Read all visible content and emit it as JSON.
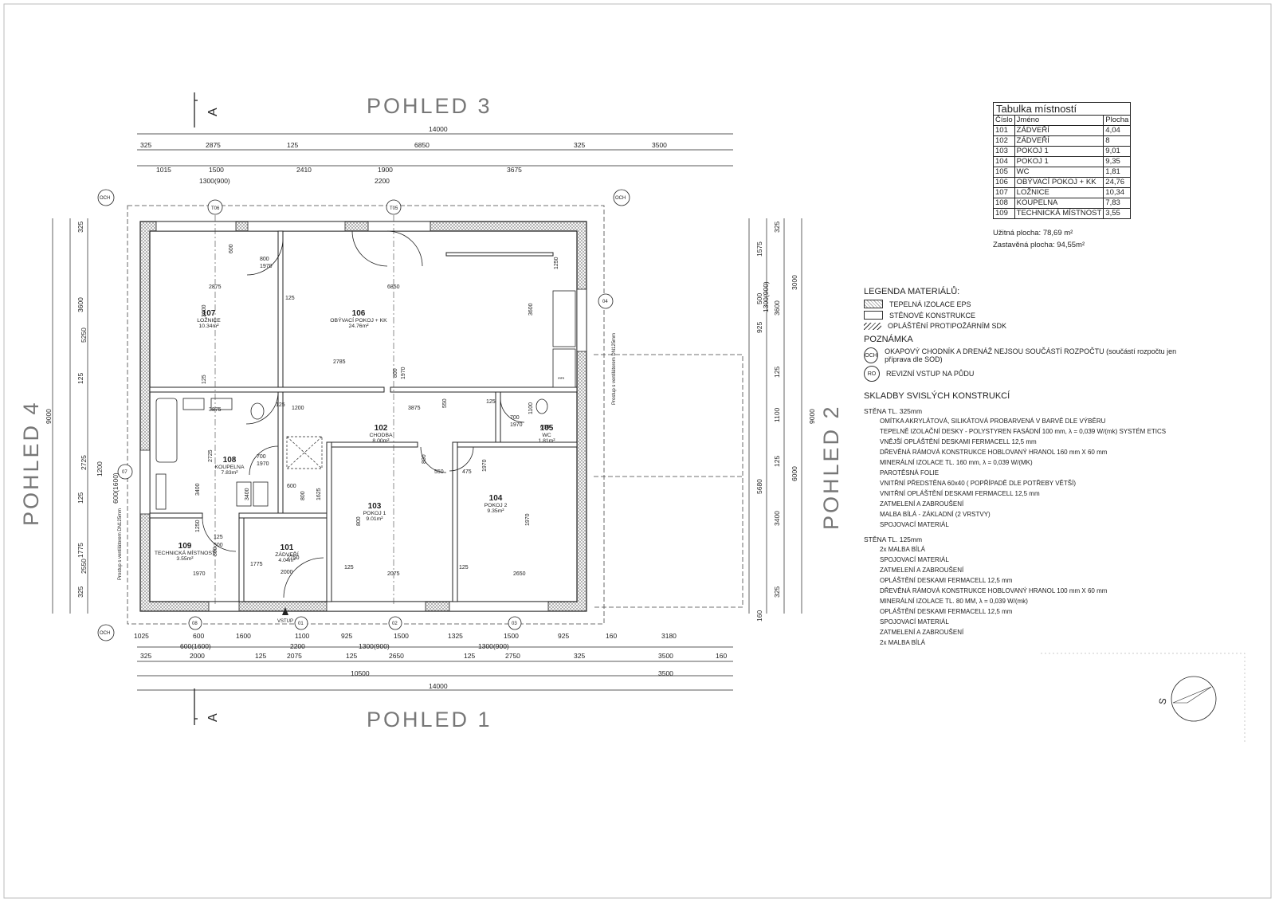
{
  "views": {
    "top": "POHLED 3",
    "bottom": "POHLED 1",
    "left": "POHLED 4",
    "right": "POHLED 2"
  },
  "section_mark": "A",
  "top_dims": {
    "total": "14000",
    "row1": [
      "325",
      "2875",
      "125",
      "6850",
      "325",
      "3500"
    ],
    "row2": [
      "1015",
      "1500",
      "2410",
      "1900",
      "3675"
    ],
    "row2_sub": [
      "1300(900)",
      "2200"
    ]
  },
  "bottom_dims": {
    "row1": [
      "1025",
      "600",
      "1600",
      "1100",
      "925",
      "1500",
      "1325",
      "1500",
      "925",
      "160",
      "3180"
    ],
    "row1_sub": [
      "600(1600)",
      "2200",
      "1300(900)",
      "1300(900)"
    ],
    "row2": [
      "325",
      "2000",
      "125",
      "2075",
      "125",
      "2650",
      "125",
      "2750",
      "325",
      "3500",
      "160"
    ],
    "row3": [
      "10500",
      "3500"
    ],
    "total": "14000"
  },
  "left_dims": {
    "total": "9000",
    "row1": [
      "5250",
      "2725",
      "2550"
    ],
    "row2": [
      "325",
      "3600",
      "125",
      "1200",
      "125",
      "1775",
      "325"
    ],
    "sub": "600(1600)"
  },
  "right_dims": {
    "total": "9000",
    "row1": [
      "3000",
      "6000"
    ],
    "row2": [
      "325",
      "3600",
      "125",
      "1100",
      "125",
      "3400",
      "325"
    ],
    "row3": [
      "1575",
      "500",
      "925",
      "1300(900)",
      "5680",
      "160"
    ]
  },
  "rooms": [
    {
      "id": "107",
      "name": "LOŽNICE",
      "area": "10.34m²"
    },
    {
      "id": "106",
      "name": "OBÝVACÍ POKOJ + KK",
      "area": "24.76m²"
    },
    {
      "id": "108",
      "name": "KOUPELNA",
      "area": "7.83m²"
    },
    {
      "id": "102",
      "name": "CHODBA",
      "area": "8.00m²"
    },
    {
      "id": "105",
      "name": "WC",
      "area": "1.81m²"
    },
    {
      "id": "103",
      "name": "POKOJ 1",
      "area": "9.01m²"
    },
    {
      "id": "104",
      "name": "POKOJ 2",
      "area": "9.35m²"
    },
    {
      "id": "109",
      "name": "TECHNICKÁ MÍSTNOST",
      "area": "3.55m²"
    },
    {
      "id": "101",
      "name": "ZÁDVEŘÍ",
      "area": "4.04m²"
    }
  ],
  "inner_dims": [
    "600",
    "800",
    "1970",
    "2875",
    "6850",
    "125",
    "3600",
    "3600",
    "1250",
    "2785",
    "800",
    "1970",
    "125",
    "3875",
    "1200",
    "3875",
    "550",
    "125",
    "700",
    "1970",
    "1100",
    "650",
    "2725",
    "700",
    "1970",
    "600",
    "800",
    "1625",
    "550",
    "475",
    "800",
    "1970",
    "800",
    "1970",
    "3400",
    "3400",
    "1250",
    "125",
    "500",
    "800",
    "1970",
    "1775",
    "2000",
    "125",
    "2075",
    "125",
    "2650",
    "125",
    "2750",
    "2000",
    "125"
  ],
  "grid_tags": {
    "ach_top": "T06",
    "ach_mid": "T05",
    "och": "OCH",
    "tag01": "01",
    "tag02": "02",
    "tag03": "03",
    "tag04": "04",
    "tag07": "07",
    "tag08": "08"
  },
  "wall_notes": {
    "left": "Prostup s ventilátorem DN125mm",
    "right": "Prostup s ventilátorem DN125mm"
  },
  "vstup_label": "VSTUP",
  "room_table": {
    "title": "Tabulka místností",
    "headers": [
      "Číslo",
      "Jméno",
      "Plocha"
    ],
    "rows": [
      [
        "101",
        "ZÁDVEŘÍ",
        "4,04"
      ],
      [
        "102",
        "ZÁDVEŘÍ",
        "8"
      ],
      [
        "103",
        "POKOJ 1",
        "9,01"
      ],
      [
        "104",
        "POKOJ 1",
        "9,35"
      ],
      [
        "105",
        "WC",
        "1,81"
      ],
      [
        "106",
        "OBÝVACÍ POKOJ + KK",
        "24,76"
      ],
      [
        "107",
        "LOŽNICE",
        "10,34"
      ],
      [
        "108",
        "KOUPELNA",
        "7,83"
      ],
      [
        "109",
        "TECHNICKÁ MÍSTNOST",
        "3,55"
      ]
    ]
  },
  "areas": {
    "useful": "Užitná plocha: 78,69 m²",
    "built": "Zastavěná plocha: 94,55m²"
  },
  "legend": {
    "title": "LEGENDA MATERIÁLŮ:",
    "items": [
      "TEPELNÁ IZOLACE EPS",
      "STĚNOVÉ KONSTRUKCE",
      "OPLÁŠTĚNÍ PROTIPOŽÁRNÍM SDK"
    ],
    "note_title": "POZNÁMKA",
    "notes": [
      {
        "tag": "OCH",
        "text": "OKAPOVÝ CHODNÍK A DRENÁŽ NEJSOU SOUČÁSTÍ ROZPOČTU (součástí rozpočtu jen příprava dle SOD)"
      },
      {
        "tag": "RO",
        "text": "REVIZNÍ VSTUP NA PŮDU"
      }
    ],
    "layers_title": "SKLADBY SVISLÝCH KONSTRUKCÍ",
    "wall1_title": "STĚNA TL. 325mm",
    "wall1": [
      "OMÍTKA AKRYLÁTOVÁ, SILIKÁTOVÁ PROBARVENÁ V BARVĚ DLE VÝBĚRU",
      "TEPELNĚ IZOLAČNÍ DESKY - POLYSTYREN FASÁDNÍ 100 mm, λ = 0,039 W/(mk) SYSTÉM ETICS",
      "VNĚJŠÍ OPLÁŠTĚNÍ DESKAMI FERMACELL 12,5 mm",
      "DŘEVĚNÁ RÁMOVÁ KONSTRUKCE HOBLOVANÝ HRANOL 160 mm X 60 mm",
      "MINERÁLNÍ IZOLACE TL. 160 mm, λ = 0,039 W/(MK)",
      "PAROTĚSNÁ FOLIE",
      "VNITŘNÍ PŘEDSTĚNA 60x40 ( POPŘÍPADĚ DLE POTŘEBY VĚTŠÍ)",
      "VNITŘNÍ OPLÁŠTĚNÍ DESKAMI FERMACELL 12,5 mm",
      "ZATMELENÍ A ZABROUŠENÍ",
      "MALBA BÍLÁ - ZÁKLADNÍ (2 VRSTVY)",
      "SPOJOVACÍ MATERIÁL"
    ],
    "wall2_title": "STĚNA TL. 125mm",
    "wall2": [
      "2x MALBA BÍLÁ",
      "SPOJOVACÍ MATERIÁL",
      "ZATMELENÍ A ZABROUŠENÍ",
      "OPLÁŠTĚNÍ DESKAMI FERMACELL 12,5 mm",
      "DŘEVĚNÁ RÁMOVÁ KONSTRUKCE HOBLOVANÝ HRANOL 100 mm X 60 mm",
      "MINERÁLNÍ IZOLACE TL. 80 MM, λ = 0,039 W/(mk)",
      "OPLÁŠTĚNÍ DESKAMI FERMACELL 12,5 mm",
      "SPOJOVACÍ MATERIÁL",
      "ZATMELENÍ A ZABROUŠENÍ",
      "2x MALBA BÍLÁ"
    ]
  },
  "north": "S",
  "colors": {
    "line": "#222222",
    "hatch": "#9a9a9a",
    "view": "#777777"
  }
}
